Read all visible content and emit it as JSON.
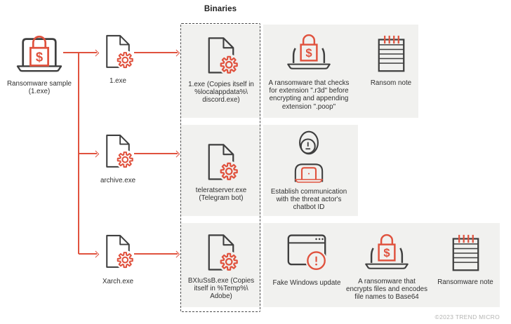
{
  "title": "Binaries",
  "source": {
    "label": "Ransomware sample\n(1.exe)",
    "icon": "ransomware-laptop-icon"
  },
  "dropped_files": [
    {
      "label": "1.exe",
      "icon": "binary-file-gear-icon"
    },
    {
      "label": "archive.exe",
      "icon": "binary-file-gear-icon"
    },
    {
      "label": "Xarch.exe",
      "icon": "binary-file-gear-icon"
    }
  ],
  "rows": [
    {
      "binary": {
        "label": "1.exe (Copies itself in\n%localappdata%\\\ndiscord.exe)",
        "icon": "binary-file-gear-icon"
      },
      "items": [
        {
          "label": "A ransomware that checks\nfor extension \".r3d\" before\nencrypting and appending\nextension \".poop\"",
          "icon": "ransomware-laptop-icon"
        },
        {
          "label": "Ransom note",
          "icon": "ransom-note-icon"
        }
      ]
    },
    {
      "binary": {
        "label": "teleratserver.exe\n(Telegram bot)",
        "icon": "binary-file-gear-icon"
      },
      "items": [
        {
          "label": "Establish communication\nwith the threat actor's\nchatbot ID",
          "icon": "threat-actor-chatbot-icon"
        }
      ]
    },
    {
      "binary": {
        "label": "BXIuSsB.exe (Copies\nitself in %Temp%\\\nAdobe)",
        "icon": "binary-file-gear-icon"
      },
      "items": [
        {
          "label": "Fake Windows update",
          "icon": "fake-windows-update-icon"
        },
        {
          "label": "A ransomware that\nencrypts files and encodes\nfile names to Base64",
          "icon": "ransomware-laptop-icon"
        },
        {
          "label": "Ransomware note",
          "icon": "ransom-note-icon"
        }
      ]
    }
  ],
  "footer": {
    "copyright": "©2023 TREND MICRO"
  },
  "colors": {
    "accent_red": "#E0523E",
    "icon_dark": "#3F3F3F",
    "panel_gray": "#F1F1EF",
    "text_dark": "#2F2F2F",
    "copyright_gray": "#B4B4B2"
  }
}
